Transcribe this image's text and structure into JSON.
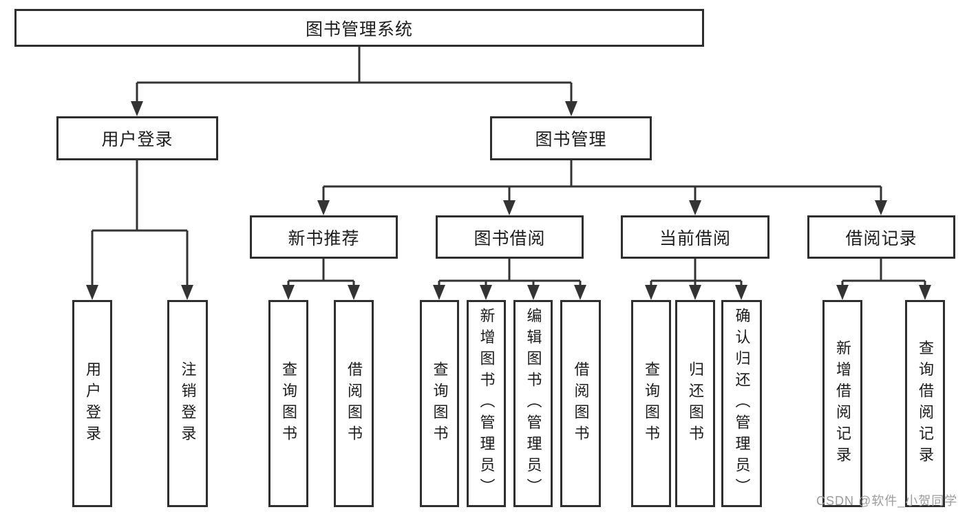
{
  "tree": {
    "root": {
      "label": "图书管理系统"
    },
    "branches": [
      {
        "label": "用户登录",
        "children": [
          {
            "label": "用户登录"
          },
          {
            "label": "注销登录"
          }
        ]
      },
      {
        "label": "图书管理",
        "children": [
          {
            "label": "新书推荐",
            "children": [
              {
                "label": "查询图书"
              },
              {
                "label": "借阅图书"
              }
            ]
          },
          {
            "label": "图书借阅",
            "children": [
              {
                "label": "查询图书"
              },
              {
                "label": "新增图书（管理员）"
              },
              {
                "label": "编辑图书（管理员）"
              },
              {
                "label": "借阅图书"
              }
            ]
          },
          {
            "label": "当前借阅",
            "children": [
              {
                "label": "查询图书"
              },
              {
                "label": "归还图书"
              },
              {
                "label": "确认归还（管理员）"
              }
            ]
          },
          {
            "label": "借阅记录",
            "children": [
              {
                "label": "新增借阅记录"
              },
              {
                "label": "查询借阅记录"
              }
            ]
          }
        ]
      }
    ]
  },
  "watermark": {
    "text": "CSDN @软件_小贺同学"
  },
  "colors": {
    "line": "#333333",
    "box_border": "#2e2e2e",
    "text": "#1c1c1c",
    "watermark_text": "#9c9c9c",
    "background": "#ffffff"
  }
}
